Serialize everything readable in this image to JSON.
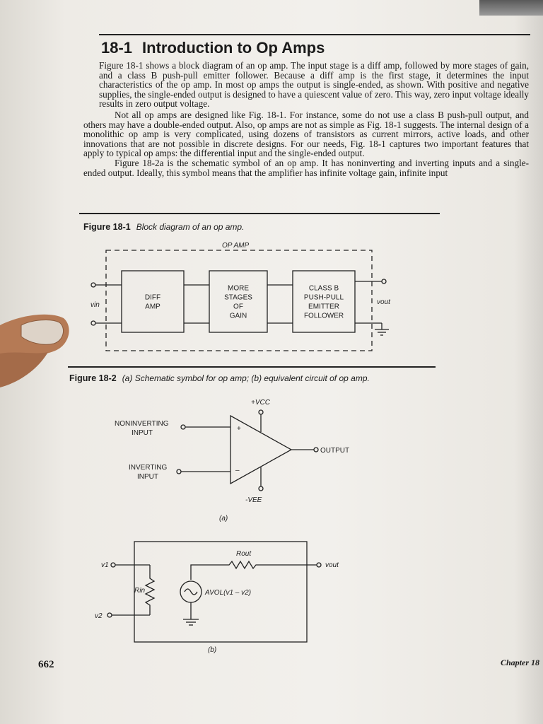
{
  "section": {
    "number": "18-1",
    "title": "Introduction to Op Amps"
  },
  "paragraphs": [
    "Figure 18-1 shows a block diagram of an op amp. The input stage is a diff amp, followed by more stages of gain, and a class B push-pull emitter follower. Because a diff amp is the first stage, it determines the input characteristics of the op amp. In most op amps the output is single-ended, as shown. With positive and negative supplies, the single-ended output is designed to have a quiescent value of zero. This way, zero input voltage ideally results in zero output voltage.",
    "Not all op amps are designed like Fig. 18-1. For instance, some do not use a class B push-pull output, and others may have a double-ended output. Also, op amps are not as simple as Fig. 18-1 suggests. The internal design of a monolithic op amp is very complicated, using dozens of transistors as current mirrors, active loads, and other innovations that are not possible in discrete designs. For our needs, Fig. 18-1 captures two important features that apply to typical op amps: the differential input and the single-ended output.",
    "Figure 18-2a is the schematic symbol of an op amp. It has noninverting and inverting inputs and a single-ended output. Ideally, this symbol means that the amplifier has infinite voltage gain, infinite input"
  ],
  "figure_18_1": {
    "label": "Figure 18-1",
    "caption": "Block diagram of an op amp.",
    "box_label": "OP AMP",
    "vin_label": "vin",
    "vout_label": "vout",
    "blocks": [
      [
        "DIFF",
        "AMP"
      ],
      [
        "MORE",
        "STAGES",
        "OF",
        "GAIN"
      ],
      [
        "CLASS B",
        "PUSH-PULL",
        "EMITTER",
        "FOLLOWER"
      ]
    ]
  },
  "figure_18_2": {
    "label": "Figure 18-2",
    "caption": "(a) Schematic symbol for op amp; (b) equivalent circuit of op amp.",
    "vcc_label": "+VCC",
    "vee_label": "-VEE",
    "noninv_label": [
      "NONINVERTING",
      "INPUT"
    ],
    "inv_label": [
      "INVERTING",
      "INPUT"
    ],
    "plus_sign": "+",
    "minus_sign": "–",
    "output_label": "OUTPUT",
    "part_a": "(a)",
    "part_b": "(b)",
    "v1_label": "v1",
    "v2_label": "v2",
    "rin_label": "Rin",
    "rout_label": "Rout",
    "vout_label": "vout",
    "source_label": "AVOL(v1 – v2)"
  },
  "footer": {
    "page_number": "662",
    "chapter": "Chapter 18"
  }
}
